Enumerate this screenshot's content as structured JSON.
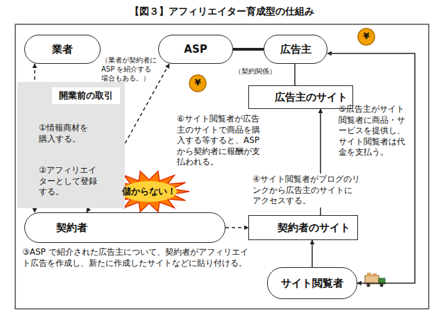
{
  "diagram": {
    "title": "【図３】アフィリエイター育成型の仕組み",
    "nodes": [
      {
        "text": [
          "業者"
        ]
      },
      {
        "text": [
          "ASP"
        ]
      },
      {
        "text": [
          "広告主"
        ]
      },
      {
        "text": [
          "広告主のサイト"
        ]
      },
      {
        "text": [
          "開業前の取引"
        ]
      },
      {
        "text": [
          "契約者"
        ]
      },
      {
        "text": [
          "契約者のサイト"
        ]
      },
      {
        "text": [
          "サイト閲覧者"
        ]
      }
    ],
    "edges": [
      {
        "from": 0,
        "to": 5,
        "arrow": "both"
      },
      {
        "from": 1,
        "to": 5,
        "arrow": "both"
      },
      {
        "from": 1,
        "to": 2,
        "arrow": "none"
      },
      {
        "from": 5,
        "to": 6,
        "arrow": "to"
      },
      {
        "from": 6,
        "to": 3,
        "arrow": "to"
      },
      {
        "from": 3,
        "to": 2,
        "arrow": "none"
      },
      {
        "from": 7,
        "to": 6,
        "arrow": "to"
      },
      {
        "from": 2,
        "to": 7,
        "arrow": "both"
      }
    ],
    "labels": [
      "（業者が契約者に ASP を紹介する場合もある。）",
      "（契約関係）",
      "①情報商材を購入する。",
      "②アフィリエイターとして登録する。",
      "⑥サイト閲覧者が広告主のサイトで商品を購入する等すると、ASP から契約者に報酬が支払われる。",
      "儲からない！",
      "④サイト閲覧者がブログのリンクから広告主のサイトにアクセスする。",
      "⑤広告主がサイト閲覧者に商品・サービスを提供し、サイト閲覧者は代金を支払う。",
      "③ASP で紹介された広告主について、契約者がアフィリエイト広告を作成し、新たに作成したサイトなどに貼り付ける。",
      "¥",
      "¥"
    ]
  }
}
